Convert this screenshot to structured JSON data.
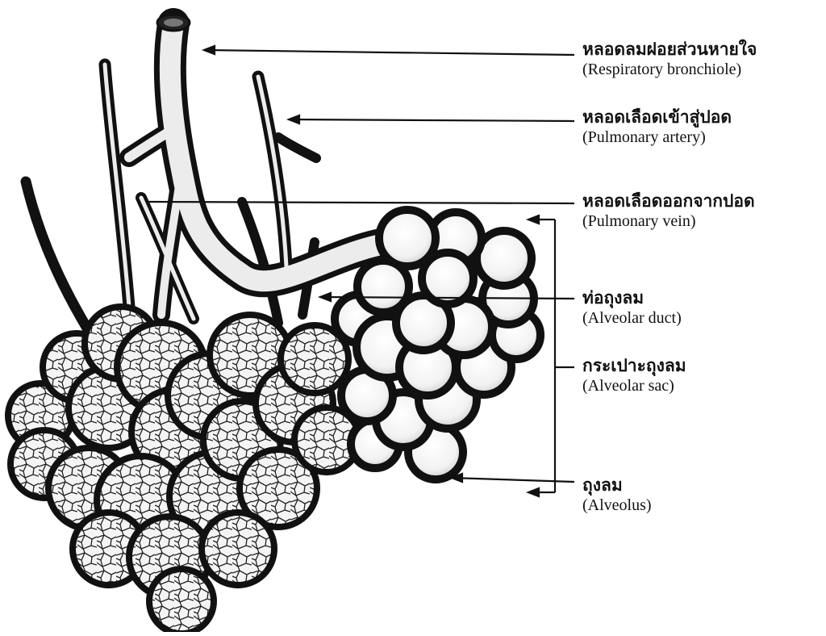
{
  "labels": [
    {
      "id": "respiratory-bronchiole",
      "thai": "หลอดลมฝอยส่วนหายใจ",
      "english": "(Respiratory bronchiole)"
    },
    {
      "id": "pulmonary-artery",
      "thai": "หลอดเลือดเข้าสู่ปอด",
      "english": "(Pulmonary artery)"
    },
    {
      "id": "pulmonary-vein",
      "thai": "หลอดเลือดออกจากปอด",
      "english": "(Pulmonary vein)"
    },
    {
      "id": "alveolar-duct",
      "thai": "ท่อถุงลม",
      "english": "(Alveolar duct)"
    },
    {
      "id": "alveolar-sac",
      "thai": "กระเปาะถุงลม",
      "english": "(Alveolar sac)"
    },
    {
      "id": "alveolus",
      "thai": "ถุงลม",
      "english": "(Alveolus)"
    }
  ]
}
